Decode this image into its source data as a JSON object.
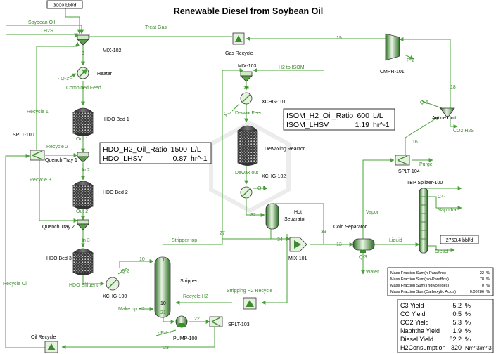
{
  "title": "Renewable Diesel from Soybean Oil",
  "feed_rate": "3000 bbl/d",
  "streams": {
    "soybean_oil": "Soybean Oil",
    "h2s": "H2S",
    "treat_gas": "Treat Gas",
    "s19": "19",
    "s3": "3",
    "q1": "- Q-1 -",
    "combined_feed": "Combined Feed",
    "recycle1": "Recycle 1",
    "recycle2": "Recycle 2",
    "recycle3": "Recycle 3",
    "out1": "Out 1",
    "in2": "In 2",
    "out2": "Out 2",
    "in3": "In 3",
    "q2": "Q-2",
    "s10": "10",
    "hdo_effluent": "HDO Effluent",
    "stripper_top": "Stripper top",
    "s1": "1",
    "s10b": "10",
    "s21": "21",
    "recycle_h2": "Recycle H2",
    "make_up_h2": "Make up H2",
    "p1": "- P-1 -",
    "s22": "22",
    "s23": "23",
    "recycle_oil": "Recycle Oil",
    "h2_to_isom": "H2 to ISOM",
    "s29": "29",
    "q4": "Q-4",
    "dewax_feed": "Dewax Feed",
    "dewax_out": "Dewax out",
    "q5": "Q-5",
    "s32": "32",
    "s27": "27",
    "s33": "33",
    "s34": "34",
    "s13": "13",
    "stripping_h2_recycle": "Stripping H2 Recycle",
    "q3": "Q-3",
    "water": "Water",
    "vapor": "Vapor",
    "liquid": "Liquid",
    "p2": "P-2",
    "s18": "18",
    "q6": "Q-6",
    "s16": "16",
    "purge": "Purge",
    "co2_h2s": "CO2 H2S",
    "c4_minus": "C4-",
    "naphtha": "Naphtha",
    "diesel": "Diesel",
    "diesel_rate": "2763.4 bbl/d"
  },
  "equipment": {
    "mix102": "MIX-102",
    "gas_recycle": "Gas Recycle",
    "cmpr101": "CMPR-101",
    "heater": "Heater",
    "hdo_bed1": "HDO Bed 1",
    "splt100": "SPLT-100",
    "quench_tray1": "Quench Tray 1",
    "hdo_bed2": "HDO Bed 2",
    "quench_tray2": "Quench Tray 2",
    "hdo_bed3": "HDO Bed 3",
    "xchg100": "XCHG-100",
    "stripper": "Stripper",
    "pump100": "PUMP-100",
    "splt103": "SPLT-103",
    "oil_recycle": "Oil Recycle",
    "mix103": "MIX-103",
    "xchg101": "XCHG-101",
    "dewaxing_reactor": "Dewaxing Reactor",
    "xchg102": "XCHG-102",
    "hot_separator": "Hot\nSeparator",
    "mix101": "MIX-101",
    "cold_separator": "Cold Separator",
    "amine_unit": "Amine Unit",
    "splt104": "SPLT-104",
    "tbp_splitter": "TBP Splitter-100"
  },
  "hdo_params": [
    {
      "name": "HDO_H2_Oil_Ratio",
      "value": "1500",
      "unit": "L/L"
    },
    {
      "name": "HDO_LHSV",
      "value": "0.87",
      "unit": "hr^-1"
    }
  ],
  "isom_params": [
    {
      "name": "ISOM_H2_Oil_Ratio",
      "value": "600",
      "unit": "L/L"
    },
    {
      "name": "ISOM_LHSV",
      "value": "1.19",
      "unit": "hr^-1"
    }
  ],
  "mass_fractions": [
    {
      "label": "Mass Fraction Sum(n-Paraffins)",
      "value": "22",
      "unit": "%"
    },
    {
      "label": "Mass Fraction Sum(iso-Paraffins)",
      "value": "78",
      "unit": "%"
    },
    {
      "label": "Mass Fraction Sum(Triglycerides)",
      "value": "0",
      "unit": "%"
    },
    {
      "label": "Mass Fraction Sum(Carboxylic Acids)",
      "value": "0.00286",
      "unit": "%"
    }
  ],
  "yields": [
    {
      "label": "C3 Yield",
      "value": "5.2",
      "unit": "%"
    },
    {
      "label": "CO Yield",
      "value": "0.5",
      "unit": "%"
    },
    {
      "label": "CO2 Yield",
      "value": "5.3",
      "unit": "%"
    },
    {
      "label": "Naphtha Yield",
      "value": "1.9",
      "unit": "%"
    },
    {
      "label": "Diesel Yield",
      "value": "82.2",
      "unit": "%"
    },
    {
      "label": "H2Consumption",
      "value": "320",
      "unit": "Nm^3/m^3"
    }
  ]
}
